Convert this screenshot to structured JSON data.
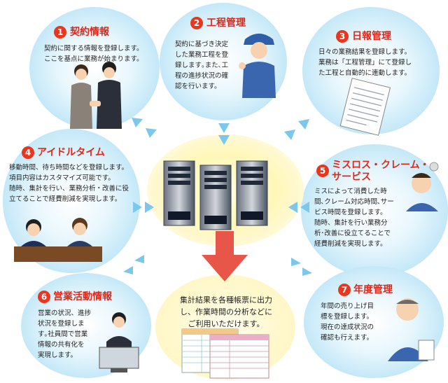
{
  "items": [
    {
      "number": "1",
      "title": "契約情報",
      "lines": [
        "契約に関する情報を登録します。",
        "ここを基点に業務が始まります。"
      ]
    },
    {
      "number": "2",
      "title": "工程管理",
      "lines": [
        "契約に基づき決定",
        "した業務工程を登",
        "録します｡また､工",
        "程の進捗状況の確",
        "認を行います。"
      ]
    },
    {
      "number": "3",
      "title": "日報管理",
      "lines": [
        "日々の業務結果を登録します。",
        "業務は「工程管理」にて登録し",
        "た工程と自動的に連動します。"
      ]
    },
    {
      "number": "4",
      "title": "アイドルタイム",
      "lines": [
        "移動時間、待ち時間などを登録します。",
        "項目内容はカスタマイズ可能です。",
        "随時、集計を行い、業務分析・改善に役",
        "立てることで経費削減を実現します。"
      ]
    },
    {
      "number": "5",
      "title": "ミスロス・クレーム・",
      "title2": "サービス",
      "lines": [
        "ミスによって消費した時",
        "間､クレーム対応時間､サー",
        "ビス時間を登録します。",
        "随時、集計を行い業務分",
        "析･改善に役立てることで",
        "経費削減を実現します。"
      ]
    },
    {
      "number": "6",
      "title": "営業活動情報",
      "lines": [
        "営業の状況、進捗",
        "状況を登録しま",
        "す｡社員間で営業",
        "情報の共有化を",
        "実現します。"
      ]
    },
    {
      "number": "7",
      "title": "年度管理",
      "lines": [
        "年間の売り上げ目",
        "標を登録します。",
        "現在の達成状況の",
        "確認も行えます。"
      ]
    }
  ],
  "center": {
    "lines": [
      "集計結果を各種帳票に出力",
      "し、作業時間の分析などに",
      "ご利用いただけます。"
    ]
  },
  "colors": {
    "accent": "#e0281a",
    "arrow": "#e8564a",
    "bubble": "#bfe6f7",
    "chevron": "#7cc7ec"
  }
}
